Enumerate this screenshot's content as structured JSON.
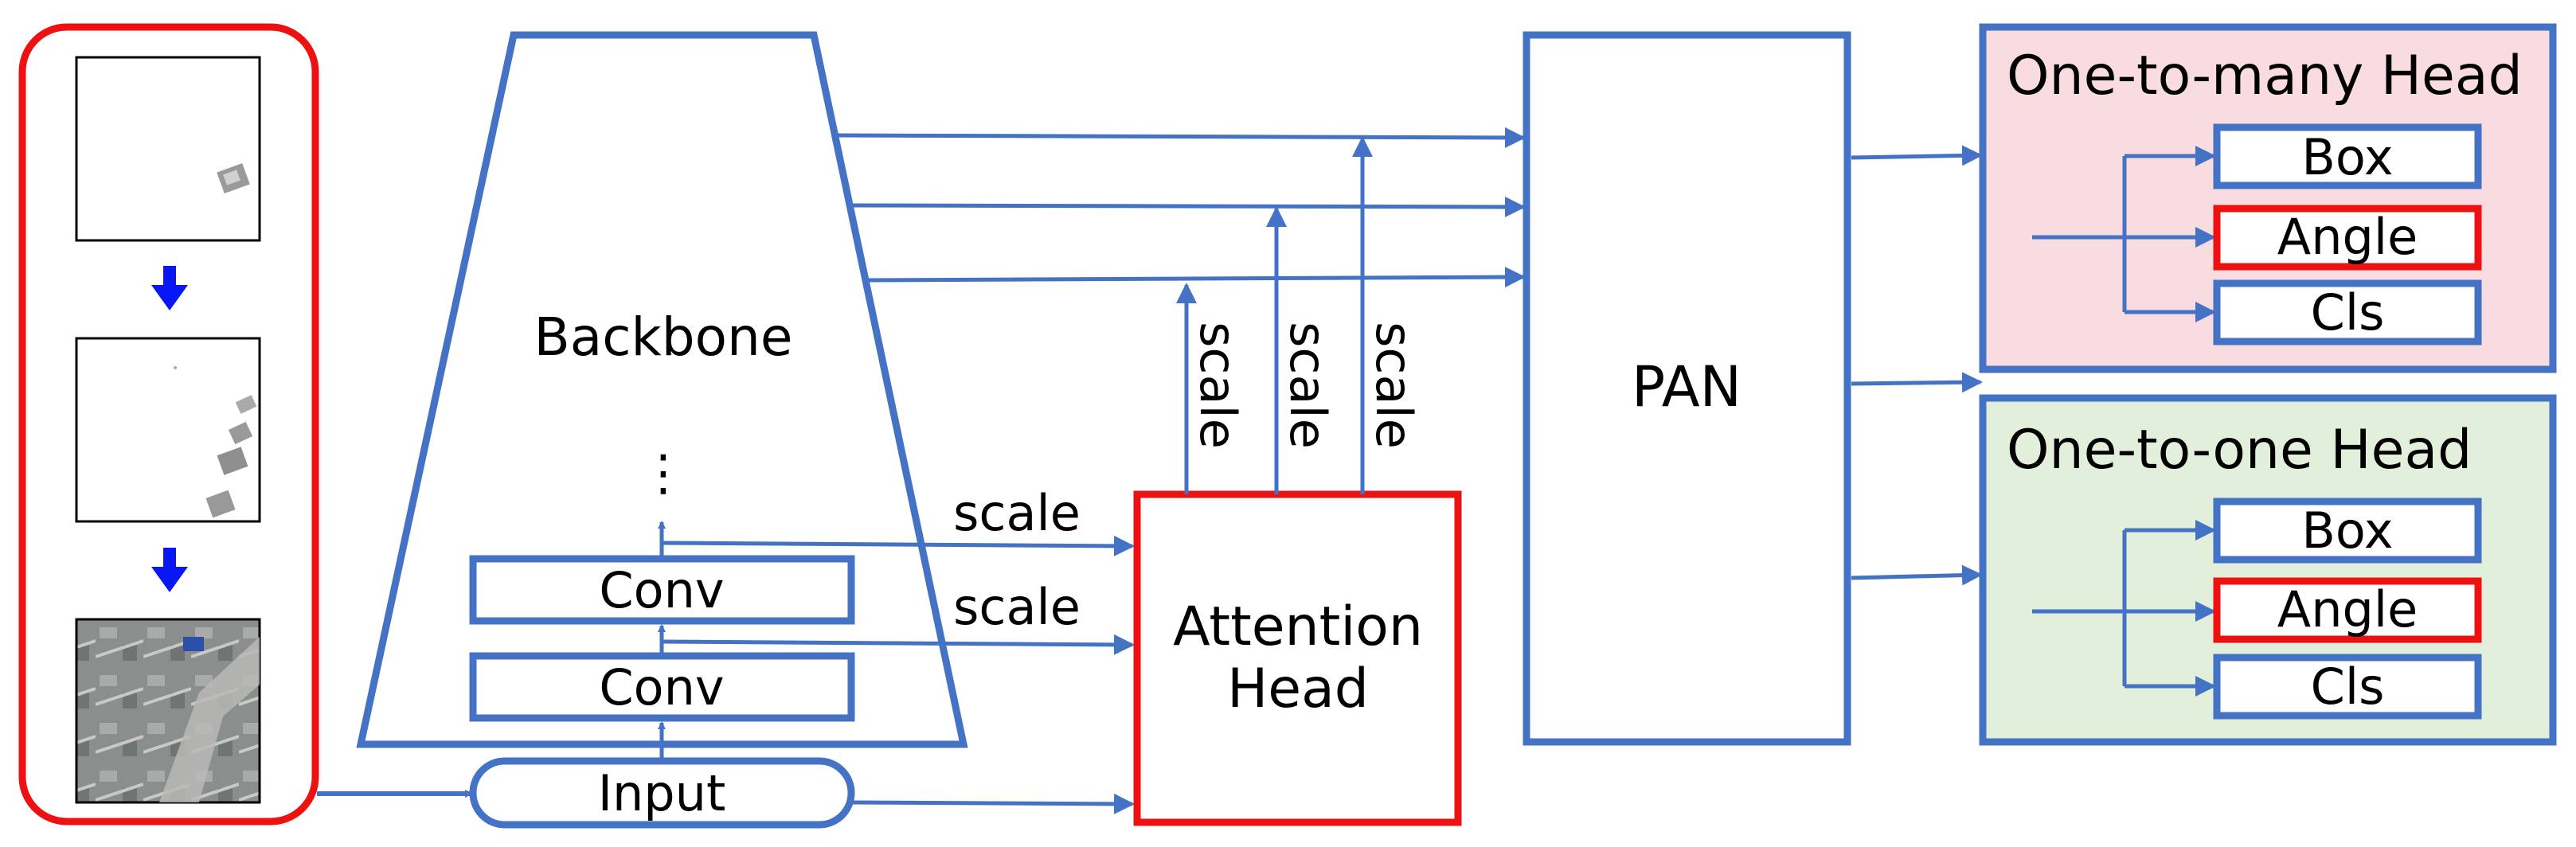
{
  "colors": {
    "blue": "#4472C4",
    "red": "#EE1111",
    "arrow_down": "#0A17F5",
    "pink": "#F8DCE0",
    "green": "#E2EFDA"
  },
  "backbone": {
    "title": "Backbone",
    "dots": "⋮",
    "conv_top": "Conv",
    "conv_bottom": "Conv"
  },
  "input": {
    "label": "Input"
  },
  "attention": {
    "line1": "Attention",
    "line2": "Head"
  },
  "scale_labels": {
    "left_upper": "scale",
    "left_lower": "scale",
    "v1": "scale",
    "v2": "scale",
    "v3": "scale"
  },
  "pan": {
    "label": "PAN"
  },
  "one_to_many": {
    "title": "One-to-many Head",
    "box": "Box",
    "angle": "Angle",
    "cls": "Cls"
  },
  "one_to_one": {
    "title": "One-to-one Head",
    "box": "Box",
    "angle": "Angle",
    "cls": "Cls"
  }
}
